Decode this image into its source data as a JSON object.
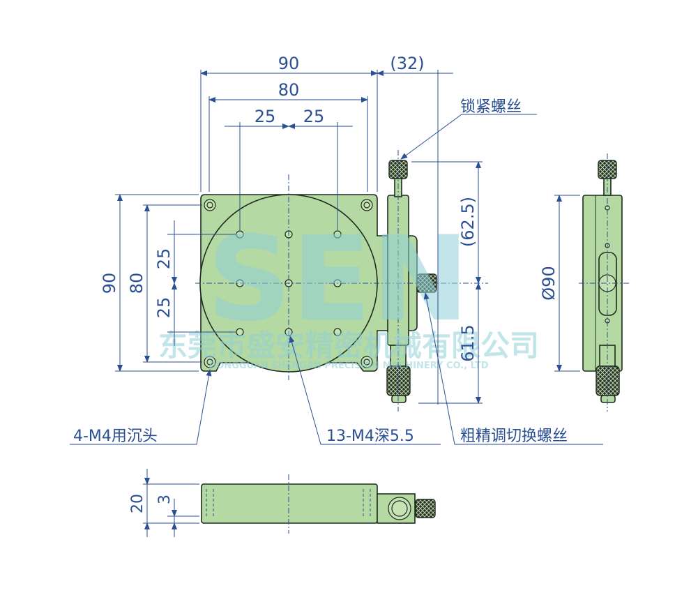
{
  "dimensions": {
    "top_width_90": "90",
    "top_width_80": "80",
    "top_25_left": "25",
    "top_25_right": "25",
    "top_32": "(32)",
    "left_height_90": "90",
    "left_height_80": "80",
    "left_25_upper": "25",
    "left_25_lower": "25",
    "right_62_5": "(62.5)",
    "right_61_5": "61.5",
    "side_dia_90": "Ø90",
    "bottom_20": "20",
    "bottom_3": "3"
  },
  "callouts": {
    "lock_screw": "锁紧螺丝",
    "countersink": "4-M4用沉头",
    "tapped_holes": "13-M4深5.5",
    "fine_coarse_screw": "粗精调切换螺丝"
  },
  "watermark": {
    "logo": "SEN",
    "company_cn": "东莞市盛安精密机械有限公司",
    "company_en": "DONGGUAN SHENGAN PRECISION MACHINERY CO., LTD"
  },
  "colors": {
    "part_fill": "#b5d9a2",
    "dimension_color": "#2a4f93"
  }
}
